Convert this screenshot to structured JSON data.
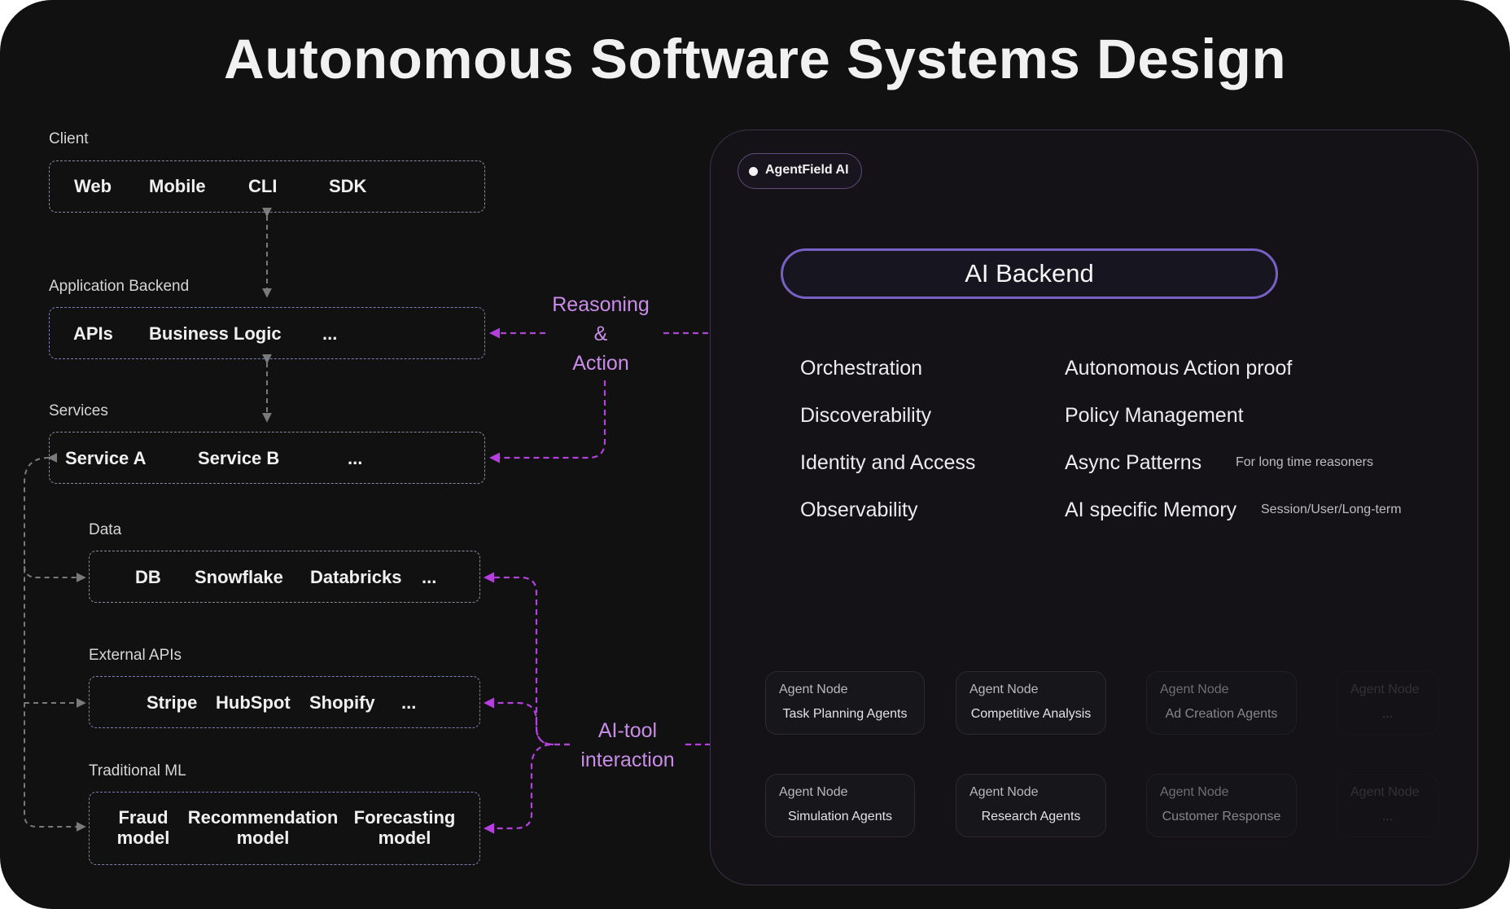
{
  "title": "Autonomous Software Systems Design",
  "left": {
    "client": {
      "label": "Client",
      "items": [
        "Web",
        "Mobile",
        "CLI",
        "SDK"
      ]
    },
    "backend": {
      "label": "Application Backend",
      "items": [
        "APIs",
        "Business Logic",
        "..."
      ]
    },
    "services": {
      "label": "Services",
      "items": [
        "Service A",
        "Service B",
        "..."
      ]
    },
    "data": {
      "label": "Data",
      "items": [
        "DB",
        "Snowflake",
        "Databricks",
        "..."
      ]
    },
    "external": {
      "label": "External APIs",
      "items": [
        "Stripe",
        "HubSpot",
        "Shopify",
        "..."
      ]
    },
    "ml": {
      "label": "Traditional ML",
      "items": [
        "Fraud\nmodel",
        "Recommendation\nmodel",
        "Forecasting\nmodel"
      ]
    }
  },
  "connectors": {
    "reasoning": [
      "Reasoning",
      "&",
      "Action"
    ],
    "aitool": [
      "AI-tool",
      "interaction"
    ]
  },
  "agentfield": {
    "badge": "AgentField AI",
    "backend_title": "AI Backend",
    "features_left": [
      "Orchestration",
      "Discoverability",
      "Identity and Access",
      "Observability"
    ],
    "features_right": [
      "Autonomous Action proof",
      "Policy Management",
      "Async Patterns",
      "AI specific Memory"
    ],
    "notes": {
      "async": "For long time reasoners",
      "memory": "Session/User/Long-term"
    },
    "agents": [
      {
        "header": "Agent Node",
        "value": "Task Planning Agents"
      },
      {
        "header": "Agent Node",
        "value": "Competitive Analysis"
      },
      {
        "header": "Agent Node",
        "value": "Ad Creation Agents"
      },
      {
        "header": "Agent Node",
        "value": "..."
      },
      {
        "header": "Agent Node",
        "value": "Simulation Agents"
      },
      {
        "header": "Agent Node",
        "value": "Research Agents"
      },
      {
        "header": "Agent Node",
        "value": "Customer Response"
      },
      {
        "header": "Agent Node",
        "value": "..."
      }
    ]
  },
  "colors": {
    "background": "#111111",
    "accent": "#c98de8",
    "arrow": "#b63fe0",
    "panel": "#141217",
    "pill_border": "#7860c4"
  }
}
